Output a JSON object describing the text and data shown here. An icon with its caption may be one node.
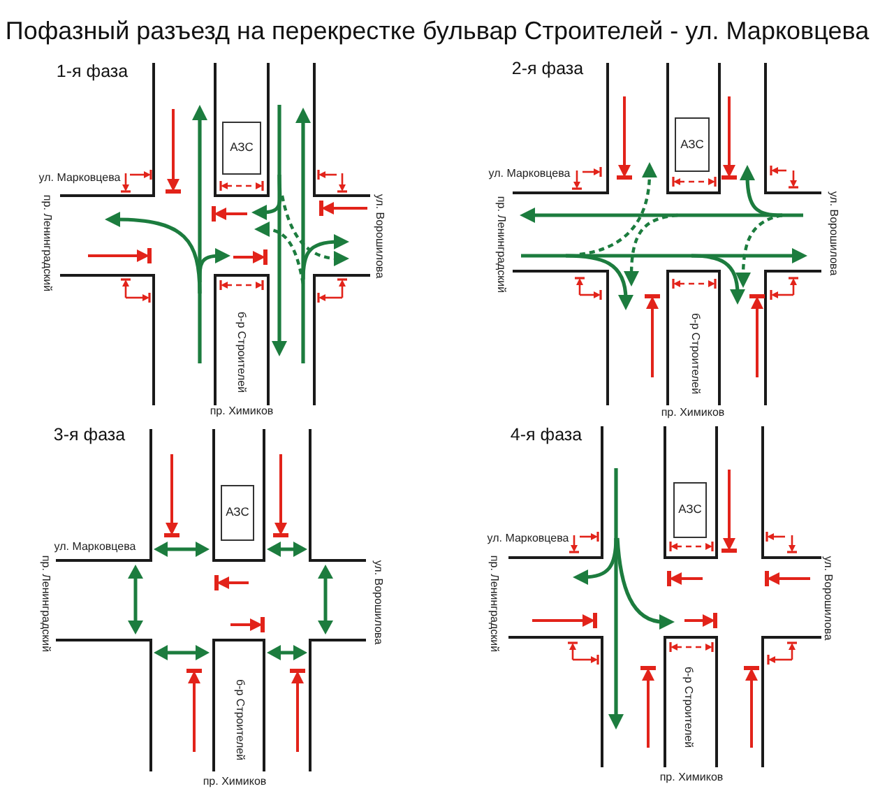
{
  "diagram": {
    "title": "Пофазный разъезд на перекрестке бульвар Строителей - ул. Марковцева",
    "nodes": [
      {
        "text": [
          "АЗС"
        ]
      },
      {
        "text": [
          "АЗС"
        ]
      },
      {
        "text": [
          "АЗС"
        ]
      },
      {
        "text": [
          "АЗС"
        ]
      }
    ],
    "labels": [
      "1-я фаза",
      "ул. Марковцева",
      "пр. Ленинградский",
      "ул. Ворошилова",
      "б-р Строителей",
      "пр. Химиков",
      "2-я фаза",
      "ул. Марковцева",
      "пр. Ленинградский",
      "ул. Ворошилова",
      "б-р Строителей",
      "пр. Химиков",
      "3-я фаза",
      "ул. Марковцева",
      "пр. Ленинградский",
      "ул. Ворошилова",
      "б-р Строителей",
      "пр. Химиков",
      "4-я фаза",
      "ул. Марковцева",
      "пр. Ленинградский",
      "ул. Ворошилова",
      "б-р Строителей",
      "пр. Химиков"
    ]
  }
}
